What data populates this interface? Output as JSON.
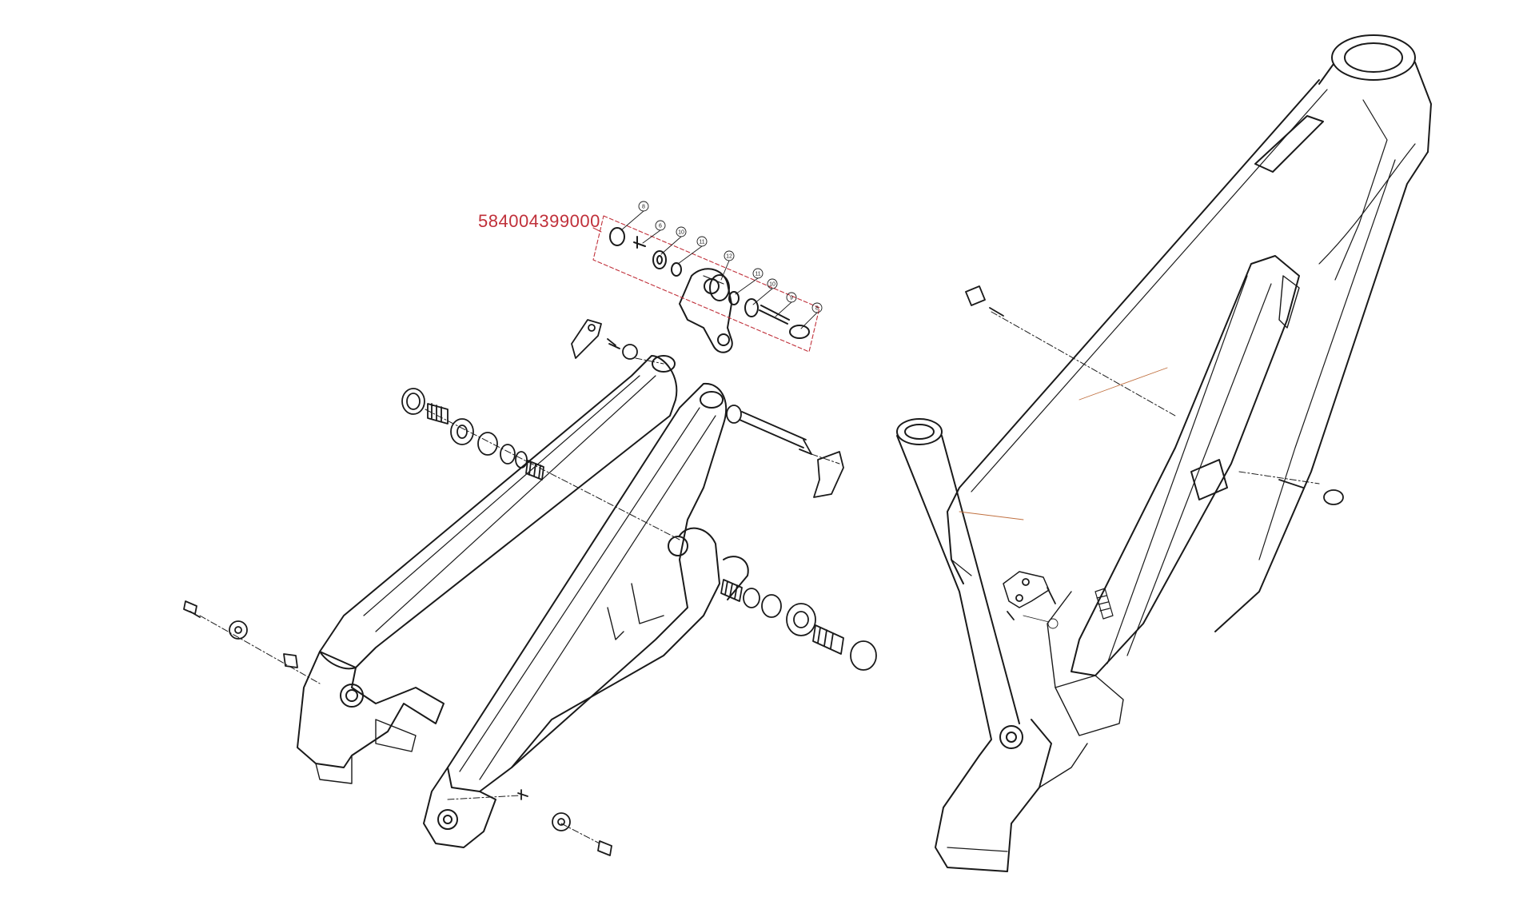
{
  "diagram": {
    "part_number": "584004399000",
    "callout_numbers": [
      "8",
      "6",
      "10",
      "11",
      "12",
      "11",
      "10",
      "9",
      "8"
    ],
    "colors": {
      "line": "#1a1a1a",
      "highlight": "#c0303a",
      "background": "#ffffff"
    }
  }
}
